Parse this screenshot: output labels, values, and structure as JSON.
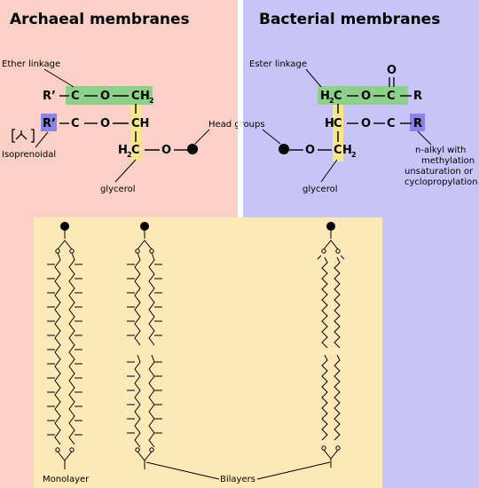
{
  "archaea": {
    "title": "Archaeal membranes",
    "ether_linkage": "Ether linkage",
    "isoprenoidal": "Isoprenoidal",
    "glycerol": "glycerol",
    "r_prime": "R’",
    "carbon": "C",
    "oxygen": "O",
    "ch": "CH",
    "h": "H",
    "two": "2"
  },
  "bacteria": {
    "title": "Bacterial membranes",
    "ester_linkage": "Ester linkage",
    "glycerol": "glycerol",
    "r": "R",
    "n_alkyl_lines": [
      "n-alkyl with",
      "methylation",
      "unsaturation or",
      "cyclopropylation"
    ]
  },
  "head_groups": "Head groups",
  "lipid_panel": {
    "monolayer": "Monolayer",
    "bilayers": "Bilayers"
  },
  "colors": {
    "archaea_bg": "#fbd0c7",
    "bacteria_bg": "#c9c4f8",
    "lipid_panel_bg": "#fde8b8",
    "ether_highlight": "#8cd08a",
    "glycerol_highlight": "#f6e68c",
    "r_highlight": "#8b84e6"
  }
}
